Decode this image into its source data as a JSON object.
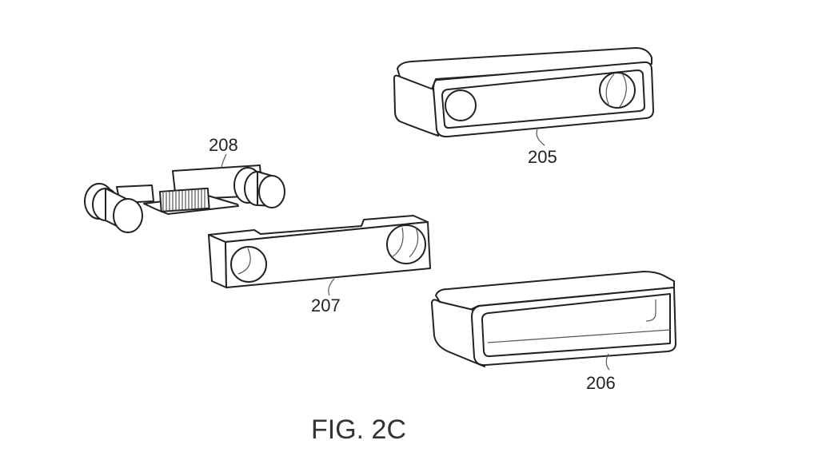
{
  "figure": {
    "caption": "FIG. 2C",
    "labels": {
      "front_cover": "205",
      "rear_housing": "206",
      "bracket": "207",
      "camera_module": "208"
    }
  }
}
